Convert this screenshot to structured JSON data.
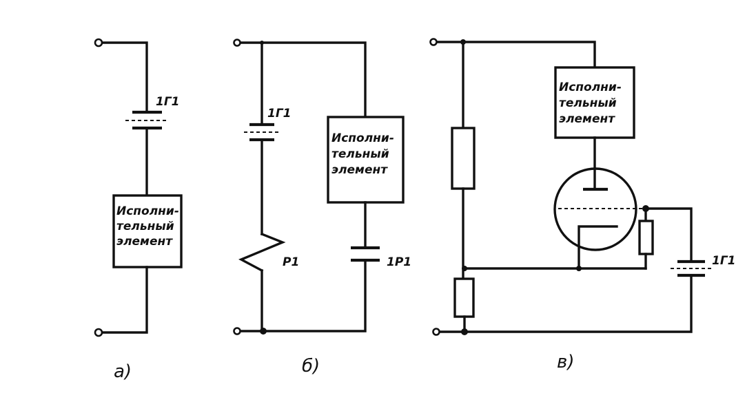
{
  "panels": {
    "a": {
      "caption": "a)",
      "gap_label": "1Г1",
      "element_text": [
        "Исполни-",
        "тельный",
        "элемент"
      ]
    },
    "b": {
      "caption": "б)",
      "gap_label": "1Г1",
      "resistor_label": "Р1",
      "capacitor_label": "1Р1",
      "element_text": [
        "Исполни-",
        "тельный",
        "элемент"
      ]
    },
    "c": {
      "caption": "в)",
      "gap_label": "1Г1",
      "element_text": [
        "Исполни-",
        "тельный",
        "элемент"
      ]
    }
  }
}
